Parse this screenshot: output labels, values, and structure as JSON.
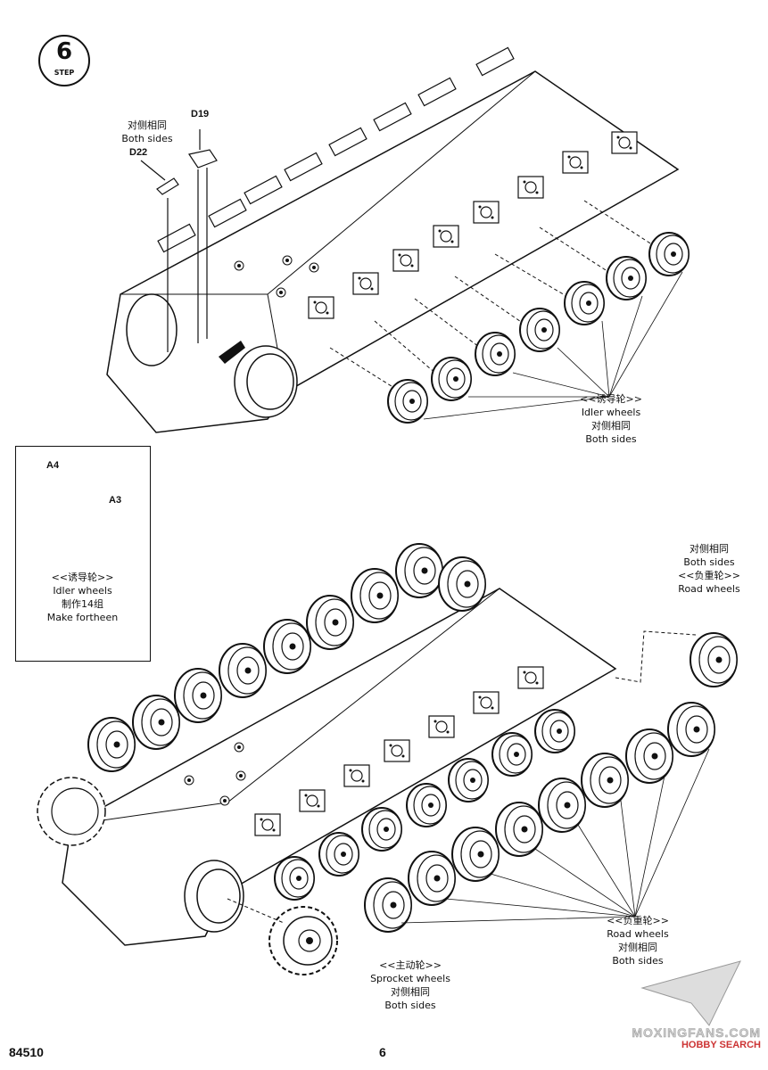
{
  "step": {
    "number": "6",
    "label": "STEP"
  },
  "parts": {
    "d19": "D19",
    "d22": "D22",
    "a4": "A4",
    "a3": "A3"
  },
  "top": {
    "d22_note_cn": "对侧相同",
    "d22_note_en": "Both sides",
    "idler_cn": "<<诱导轮>>",
    "idler_en": "Idler wheels",
    "idler_both_cn": "对侧相同",
    "idler_both_en": "Both sides"
  },
  "inset": {
    "title_cn": "<<诱导轮>>",
    "title_en": "Idler wheels",
    "qty_cn": "制作14组",
    "qty_en": "Make fortheen"
  },
  "bottom": {
    "road_top_both_cn": "对侧相同",
    "road_top_both_en": "Both sides",
    "road_top_cn": "<<负重轮>>",
    "road_top_en": "Road  wheels",
    "road_cn": "<<负重轮>>",
    "road_en": "Road  wheels",
    "road_both_cn": "对侧相同",
    "road_both_en": "Both sides",
    "sprocket_cn": "<<主动轮>>",
    "sprocket_en": "Sprocket wheels",
    "sprocket_both_cn": "对侧相同",
    "sprocket_both_en": "Both sides"
  },
  "footer": {
    "model": "84510",
    "page": "6"
  },
  "watermark": {
    "url": "MOXINGFANS.COM",
    "brand": "HOBBY SEARCH"
  }
}
